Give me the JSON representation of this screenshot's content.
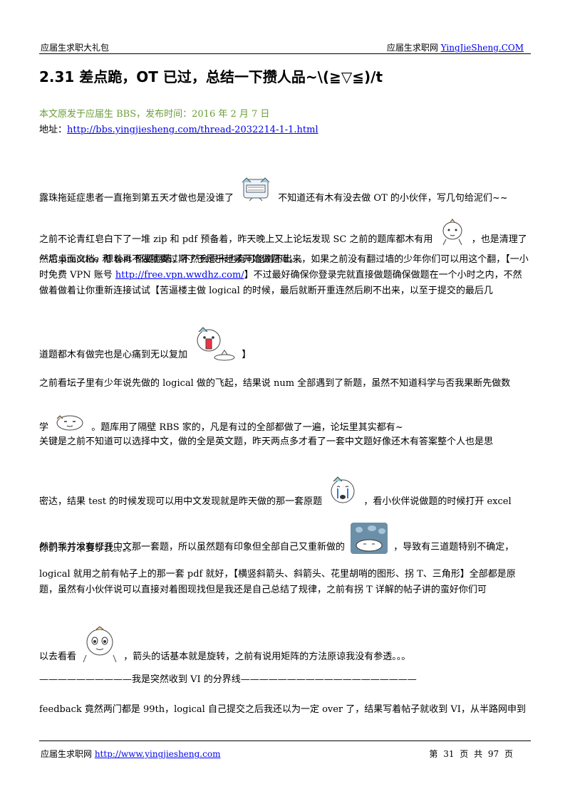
{
  "header": {
    "left": "应届生求职大礼包",
    "right_prefix": "应届生求职网 ",
    "right_link": "YingJieSheng.COM"
  },
  "title": "2.31 差点跪，OT 已过，总结一下攒人品~\\(≧▽≦)/t",
  "origin": "本文原发于应届生 BBS，发布时间：2016 年 2 月 7 日",
  "address": {
    "label": "地址：",
    "url": "http://bbs.yingjiesheng.com/thread-2032214-1-1.html"
  },
  "paragraphs": {
    "p1a": "露珠拖延症患者一直拖到第五天才做也是没谁了",
    "p1b": "不知道还有木有没去做 OT 的小伙伴，写几句给泥们~~",
    "p2a": "之前不论青红皂白下了一堆 zip 和 pdf 预备着，昨天晚上又上论坛发现 SC 之前的题库都木有用",
    "p2b": "，也是清理了一坨桌面文档，想着再不做就要过期了于是乎赶紧开始做题库。。。",
    "p3a": "然后 practice 和 test 都要翻墙，不然会很卡也有可能刷不出来，如果之前没有翻过墙的少年你们可以用这个翻，【一小时免费 VPN 账号 ",
    "p3link": "http://free.vpn.wwdhz.com/",
    "p3b": "】不过最好确保你登录完就直接做题确保做题在一个小时之内，不然做着做着让你重新连接试试【苦逼楼主做 logical 的时候，最后就断开重连然后刷不出来，以至于提交的最后几",
    "p3c": "道题都木有做完也是心痛到无以复加",
    "p3d": "】",
    "p4a": "之前看坛子里有少年说先做的 logical 做的飞起，结果说 num 全部遇到了新题，虽然不知道科学与否我果断先做数",
    "p4b": "学",
    "p4c": "。题库用了隔壁 RBS 家的，凡是有过的全部都做了一遍，论坛里其实都有~",
    "p5a": "关键是之前不知道可以选择中文，做的全是英文题，昨天两点多才看了一套中文题好像还木有答案整个人也是思",
    "p5b": "密达，结果 test 的时候发现可以用中文发现就是昨天做的那一套原题",
    "p5c": "，看小伙伴说做题的时候打开 excel",
    "p5d": "然鹅我并没有打开中文那一套题，所以虽然题有印象但全部自己又重新做的",
    "p5e": "，导致有三道题特别不确定，",
    "p5f": "你们千万不要学我。。。。",
    "p6a": "logical 就用之前有帖子上的那一套 pdf 就好，【横竖斜箭头、斜箭头、花里胡哨的图形、拐 T、三角形】全部都是原题，虽然有小伙伴说可以直接对着图现找但是我还是自己总结了规律，之前有拐 T 详解的帖子讲的蛮好你们可",
    "p6b": "以去看看",
    "p6c": "，箭头的话基本就是旋转，之前有说用矩阵的方法原谅我没有参透。。。",
    "divider": "——————————我是突然收到 VI 的分界线———————————————————",
    "p7": "feedback 竟然两门都是 99th，logical 自己提交之后我还以为一定 over 了，结果写着帖子就收到 VI，从半路网申到"
  },
  "footer": {
    "left_prefix": "应届生求职网 ",
    "left_link": "http://www.yingjiesheng.com",
    "right": "第 31 页 共 97 页"
  }
}
